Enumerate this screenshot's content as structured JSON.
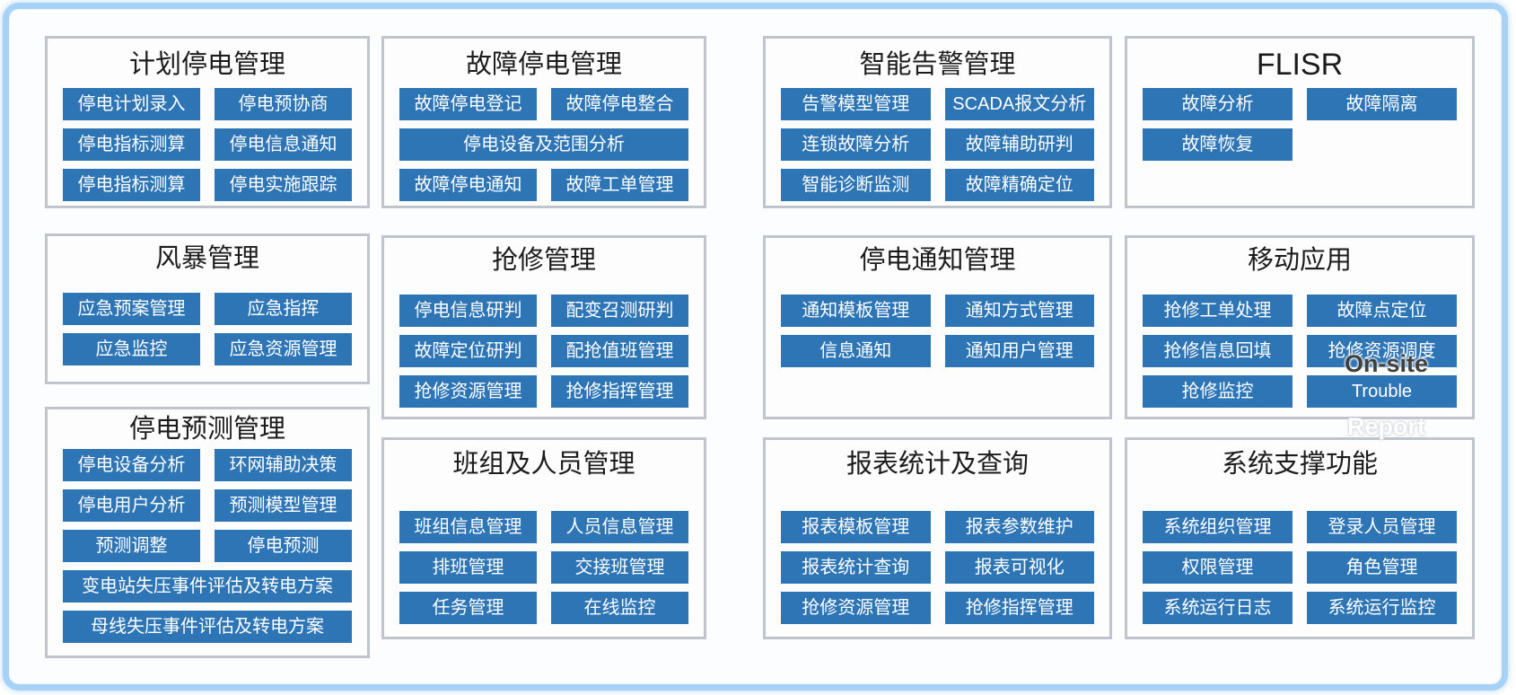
{
  "theme": {
    "frame_border_color": "#a7d2f7",
    "panel_border_color": "#c0c4cd",
    "button_color": "#2e75b6",
    "button_text_color": "#ffffff",
    "title_color": "#1c1c1c"
  },
  "panels": [
    {
      "id": "planned-outage",
      "title": "计划停电管理",
      "buttons": [
        {
          "label": "停电计划录入"
        },
        {
          "label": "停电预协商"
        },
        {
          "label": "停电指标测算"
        },
        {
          "label": "停电信息通知"
        },
        {
          "label": "停电指标测算"
        },
        {
          "label": "停电实施跟踪"
        }
      ]
    },
    {
      "id": "fault-outage",
      "title": "故障停电管理",
      "buttons": [
        {
          "label": "故障停电登记"
        },
        {
          "label": "故障停电整合"
        },
        {
          "label": "停电设备及范围分析",
          "wide": true
        },
        {
          "label": "故障停电通知"
        },
        {
          "label": "故障工单管理"
        }
      ]
    },
    {
      "id": "smart-alarm",
      "title": "智能告警管理",
      "buttons": [
        {
          "label": "告警模型管理"
        },
        {
          "label": "SCADA报文分析"
        },
        {
          "label": "连锁故障分析"
        },
        {
          "label": "故障辅助研判"
        },
        {
          "label": "智能诊断监测"
        },
        {
          "label": "故障精确定位"
        }
      ]
    },
    {
      "id": "flisr",
      "title": "FLISR",
      "buttons": [
        {
          "label": "故障分析"
        },
        {
          "label": "故障隔离"
        },
        {
          "label": "故障恢复"
        }
      ]
    },
    {
      "id": "storm",
      "title": "风暴管理",
      "buttons": [
        {
          "label": "应急预案管理"
        },
        {
          "label": "应急指挥"
        },
        {
          "label": "应急监控"
        },
        {
          "label": "应急资源管理"
        }
      ]
    },
    {
      "id": "repair",
      "title": "抢修管理",
      "buttons": [
        {
          "label": "停电信息研判"
        },
        {
          "label": "配变召测研判"
        },
        {
          "label": "故障定位研判"
        },
        {
          "label": "配抢值班管理"
        },
        {
          "label": "抢修资源管理"
        },
        {
          "label": "抢修指挥管理"
        }
      ]
    },
    {
      "id": "outage-notice",
      "title": "停电通知管理",
      "buttons": [
        {
          "label": "通知模板管理"
        },
        {
          "label": "通知方式管理"
        },
        {
          "label": "信息通知"
        },
        {
          "label": "通知用户管理"
        }
      ]
    },
    {
      "id": "mobile-app",
      "title": "移动应用",
      "buttons": [
        {
          "label": "抢修工单处理"
        },
        {
          "label": "故障点定位"
        },
        {
          "label": "抢修信息回填"
        },
        {
          "label": "抢修资源调度"
        },
        {
          "label": "抢修监控"
        },
        {
          "label": "Trouble"
        }
      ]
    },
    {
      "id": "outage-forecast",
      "title": "停电预测管理",
      "buttons": [
        {
          "label": "停电设备分析"
        },
        {
          "label": "环网辅助决策"
        },
        {
          "label": "停电用户分析"
        },
        {
          "label": "预测模型管理"
        },
        {
          "label": "预测调整"
        },
        {
          "label": "停电预测"
        },
        {
          "label": "变电站失压事件评估及转电方案",
          "wide": true
        },
        {
          "label": "母线失压事件评估及转电方案",
          "wide": true
        }
      ]
    },
    {
      "id": "team-personnel",
      "title": "班组及人员管理",
      "buttons": [
        {
          "label": "班组信息管理"
        },
        {
          "label": "人员信息管理"
        },
        {
          "label": "排班管理"
        },
        {
          "label": "交接班管理"
        },
        {
          "label": "任务管理"
        },
        {
          "label": "在线监控"
        }
      ]
    },
    {
      "id": "report-stats",
      "title": "报表统计及查询",
      "buttons": [
        {
          "label": "报表模板管理"
        },
        {
          "label": "报表参数维护"
        },
        {
          "label": "报表统计查询"
        },
        {
          "label": "报表可视化"
        },
        {
          "label": "抢修资源管理"
        },
        {
          "label": "抢修指挥管理"
        }
      ]
    },
    {
      "id": "system-support",
      "title": "系统支撑功能",
      "buttons": [
        {
          "label": "系统组织管理"
        },
        {
          "label": "登录人员管理"
        },
        {
          "label": "权限管理"
        },
        {
          "label": "角色管理"
        },
        {
          "label": "系统运行日志"
        },
        {
          "label": "系统运行监控"
        }
      ]
    }
  ],
  "overlays": {
    "on_site": "On-site",
    "report": "Report"
  }
}
